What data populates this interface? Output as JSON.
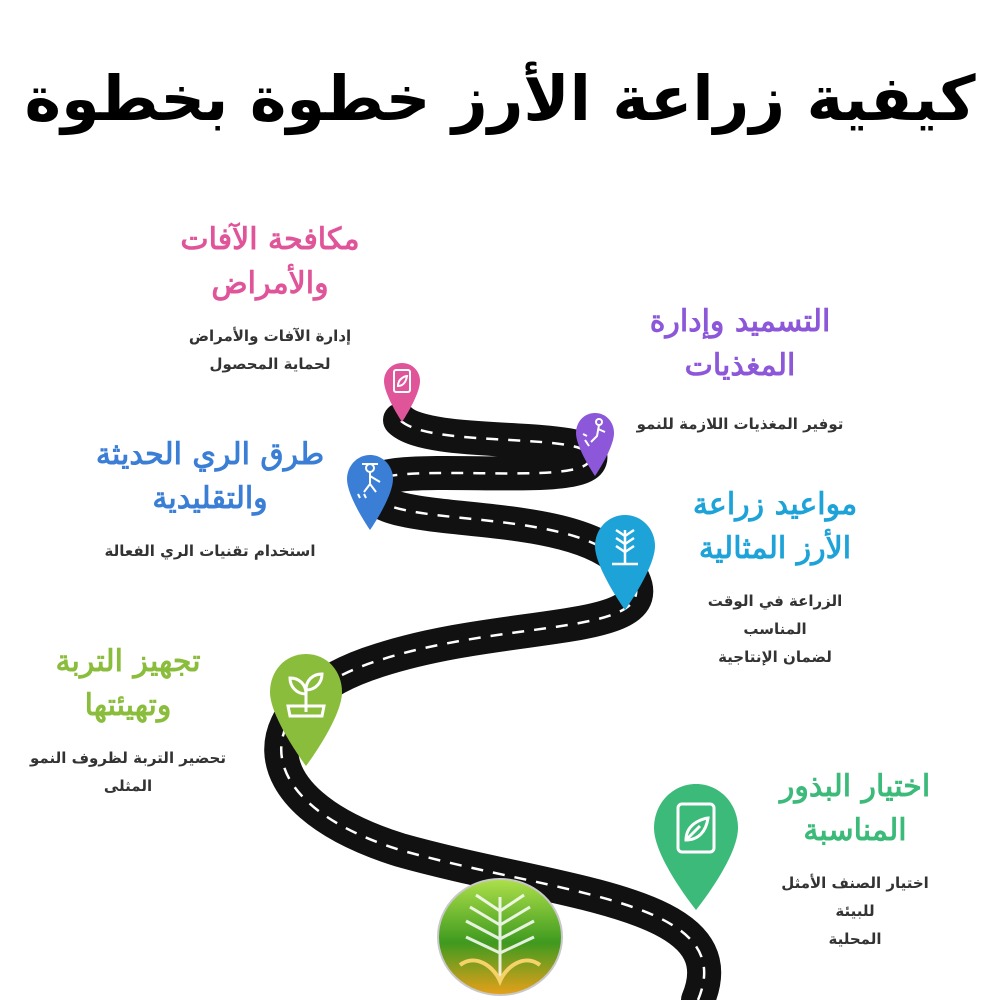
{
  "title": "كيفية زراعة الأرز خطوة بخطوة",
  "steps": [
    {
      "heading_line1": "اختيار البذور",
      "heading_line2": "المناسبة",
      "desc_line1": "اختيار الصنف الأمثل للبيئة",
      "desc_line2": "المحلية",
      "color": "#3cba7a",
      "icon": "seed-bag-icon"
    },
    {
      "heading_line1": "تجهيز التربة",
      "heading_line2": "وتهيئتها",
      "desc_line1": "تحضير التربة لظروف النمو",
      "desc_line2": "المثلى",
      "color": "#8bbd3c",
      "icon": "sprout-icon"
    },
    {
      "heading_line1": "مواعيد زراعة",
      "heading_line2": "الأرز المثالية",
      "desc_line1": "الزراعة في الوقت المناسب",
      "desc_line2": "لضمان الإنتاجية",
      "color": "#1ea3d8",
      "icon": "rice-plant-icon"
    },
    {
      "heading_line1": "طرق الري الحديثة",
      "heading_line2": "والتقليدية",
      "desc_line1": "استخدام تقنيات الري الفعالة",
      "desc_line2": "",
      "color": "#3a7fd5",
      "icon": "farmer-irrigation-icon"
    },
    {
      "heading_line1": "التسميد وإدارة",
      "heading_line2": "المغذيات",
      "desc_line1": "توفير المغذيات اللازمة للنمو",
      "desc_line2": "",
      "color": "#8c57d8",
      "icon": "fertilizer-spray-icon"
    },
    {
      "heading_line1": "مكافحة الآفات",
      "heading_line2": "والأمراض",
      "desc_line1": "إدارة الآفات والأمراض",
      "desc_line2": "لحماية المحصول",
      "color": "#e0559a",
      "icon": "pest-control-bag-icon"
    }
  ]
}
